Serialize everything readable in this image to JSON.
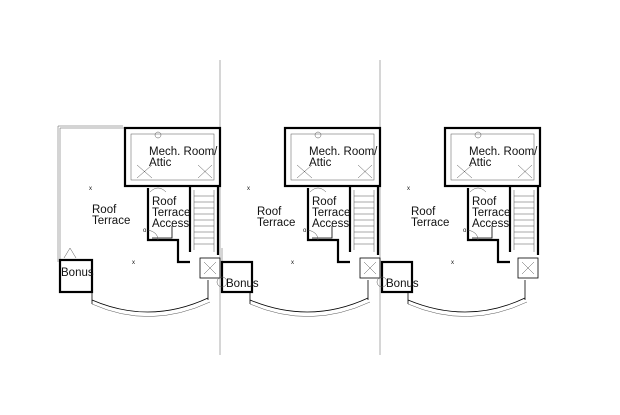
{
  "units": [
    {
      "mech_room_line1": "Mech. Room/",
      "mech_room_line2": "Attic",
      "roof_terrace_line1": "Roof",
      "roof_terrace_line2": "Terrace",
      "access_line1": "Roof",
      "access_line2": "Terrace",
      "access_line3": "Access",
      "bonus": "Bonus"
    },
    {
      "mech_room_line1": "Mech. Room/",
      "mech_room_line2": "Attic",
      "roof_terrace_line1": "Roof",
      "roof_terrace_line2": "Terrace",
      "access_line1": "Roof",
      "access_line2": "Terrace",
      "access_line3": "Access",
      "bonus": "Bonus"
    },
    {
      "mech_room_line1": "Mech. Room/",
      "mech_room_line2": "Attic",
      "roof_terrace_line1": "Roof",
      "roof_terrace_line2": "Terrace",
      "access_line1": "Roof",
      "access_line2": "Terrace",
      "access_line3": "Access",
      "bonus": "Bonus"
    }
  ]
}
